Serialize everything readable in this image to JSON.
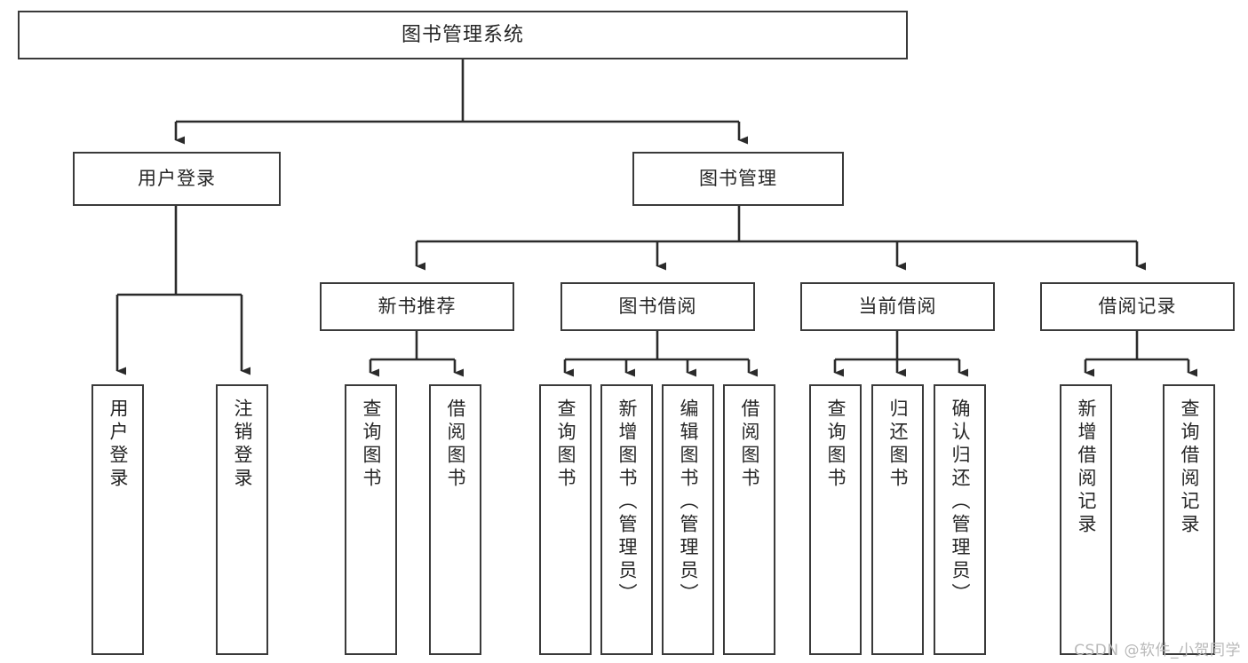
{
  "diagram": {
    "kind": "hierarchy-tree",
    "title": "图书管理系统",
    "watermark": "CSDN @软件_小贺同学",
    "colors": {
      "box_border": "#3a3a3a",
      "box_fill": "#ffffff",
      "edge": "#2b2b2b",
      "text": "#262626",
      "watermark": "#b9b9b9",
      "background": "#ffffff"
    },
    "levels": {
      "root": "图书管理系统",
      "level1": [
        "用户登录",
        "图书管理"
      ],
      "level2": [
        "新书推荐",
        "图书借阅",
        "当前借阅",
        "借阅记录"
      ]
    },
    "nodes": {
      "root": {
        "label": "图书管理系统"
      },
      "user_login": {
        "label": "用户登录"
      },
      "book_manage": {
        "label": "图书管理"
      },
      "new_book_rec": {
        "label": "新书推荐"
      },
      "book_borrow": {
        "label": "图书借阅"
      },
      "current_borrow": {
        "label": "当前借阅"
      },
      "borrow_record": {
        "label": "借阅记录"
      },
      "leaf_1": {
        "label": "用户登录"
      },
      "leaf_2": {
        "label": "注销登录"
      },
      "leaf_3": {
        "label": "查询图书"
      },
      "leaf_4": {
        "label": "借阅图书"
      },
      "leaf_5": {
        "label": "查询图书"
      },
      "leaf_6": {
        "label": "新增图书（管理员）"
      },
      "leaf_7": {
        "label": "编辑图书（管理员）"
      },
      "leaf_8": {
        "label": "借阅图书"
      },
      "leaf_9": {
        "label": "查询图书"
      },
      "leaf_10": {
        "label": "归还图书"
      },
      "leaf_11": {
        "label": "确认归还（管理员）"
      },
      "leaf_12": {
        "label": "新增借阅记录"
      },
      "leaf_13": {
        "label": "查询借阅记录"
      }
    },
    "edges": [
      {
        "from": "root",
        "to": "user_login"
      },
      {
        "from": "root",
        "to": "book_manage"
      },
      {
        "from": "user_login",
        "to": "leaf_1"
      },
      {
        "from": "user_login",
        "to": "leaf_2"
      },
      {
        "from": "book_manage",
        "to": "new_book_rec"
      },
      {
        "from": "book_manage",
        "to": "book_borrow"
      },
      {
        "from": "book_manage",
        "to": "current_borrow"
      },
      {
        "from": "book_manage",
        "to": "borrow_record"
      },
      {
        "from": "new_book_rec",
        "to": "leaf_3"
      },
      {
        "from": "new_book_rec",
        "to": "leaf_4"
      },
      {
        "from": "book_borrow",
        "to": "leaf_5"
      },
      {
        "from": "book_borrow",
        "to": "leaf_6"
      },
      {
        "from": "book_borrow",
        "to": "leaf_7"
      },
      {
        "from": "book_borrow",
        "to": "leaf_8"
      },
      {
        "from": "current_borrow",
        "to": "leaf_9"
      },
      {
        "from": "current_borrow",
        "to": "leaf_10"
      },
      {
        "from": "current_borrow",
        "to": "leaf_11"
      },
      {
        "from": "borrow_record",
        "to": "leaf_12"
      },
      {
        "from": "borrow_record",
        "to": "leaf_13"
      }
    ]
  }
}
